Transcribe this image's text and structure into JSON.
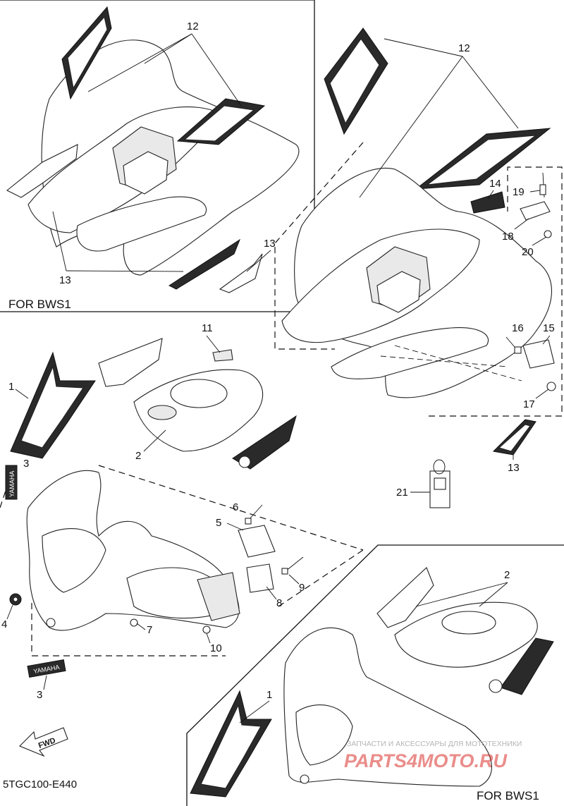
{
  "variant_label_top": "FOR BWS1",
  "variant_label_bottom": "FOR BWS1",
  "diagram_code": "5TGC100-E440",
  "fwd_arrow_text": "FWD",
  "decal_text": "YAMAHA",
  "watermark": {
    "line1": "ЗАПЧАСТИ И АКСЕССУАРЫ ДЛЯ МОТОТЕХНИКИ",
    "line2": "PARTS4MOTO.RU"
  },
  "callouts": {
    "c1a": "1",
    "c1b": "1",
    "c2a": "2",
    "c2b": "2",
    "c3a": "3",
    "c3b": "3",
    "c4": "4",
    "c5": "5",
    "c6": "6",
    "c7": "7",
    "c8": "8",
    "c9": "9",
    "c10": "10",
    "c11": "11",
    "c12a": "12",
    "c12b": "12",
    "c13a": "13",
    "c13b": "13",
    "c13c": "13",
    "c14": "14",
    "c15": "15",
    "c16": "16",
    "c17": "17",
    "c18": "18",
    "c19": "19",
    "c20": "20",
    "c21": "21"
  },
  "colors": {
    "line": "#111111",
    "background": "#ffffff",
    "watermark_red": "#d9302a",
    "watermark_grey": "#b5b5b5"
  }
}
